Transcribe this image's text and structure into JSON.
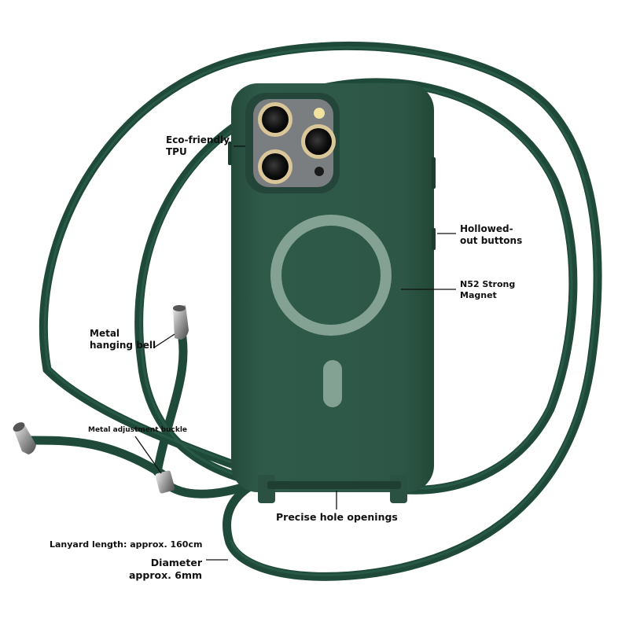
{
  "labels": {
    "eco_friendly": "Eco-friendly\nTPU",
    "hollowed_buttons": "Hollowed-\nout buttons",
    "n52_magnet": "N52 Strong\nMagnet",
    "metal_bell": "Metal\nhanging bell",
    "adjustment_buckle": "Metal adjustment buckle",
    "hole_openings": "Precise hole openings",
    "lanyard_length": "Lanyard length: approx. 160cm",
    "diameter": "Diameter\napprox. 6mm"
  },
  "colors": {
    "case_green": "#2c5444",
    "cord_green": "#214d3c",
    "magsafe_ring": "#84a293",
    "metal": "#c9c9c9"
  }
}
